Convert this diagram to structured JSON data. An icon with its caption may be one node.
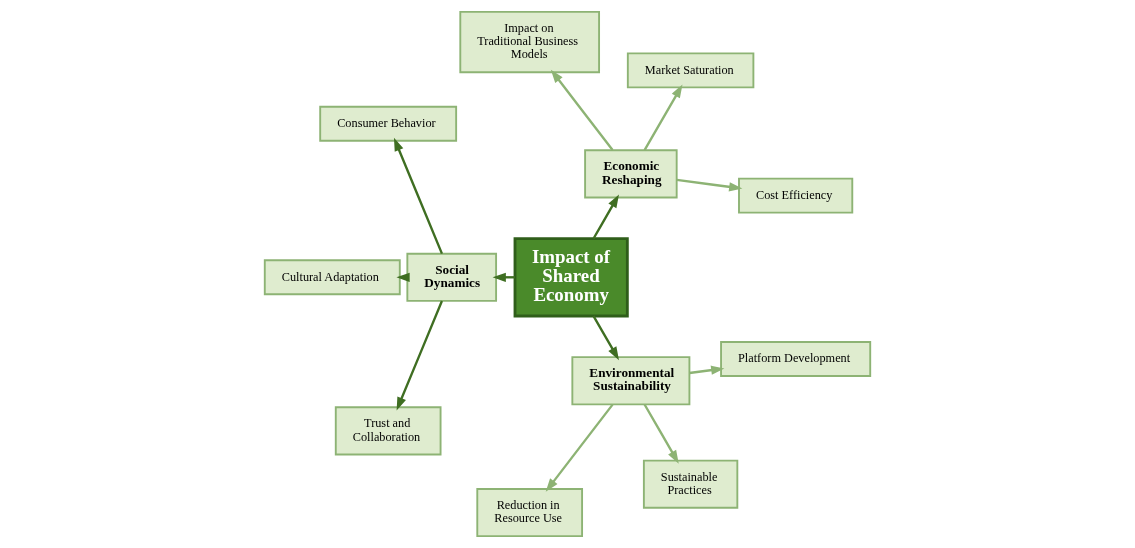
{
  "diagram": {
    "nodes": [
      {
        "text": [
          "Impact of Shared Economy"
        ]
      },
      {
        "text": [
          "Economic Reshaping"
        ]
      },
      {
        "text": [
          "Cost Efficiency"
        ]
      },
      {
        "text": [
          "Market Saturation"
        ]
      },
      {
        "text": [
          "Impact on Traditional Business Models"
        ]
      },
      {
        "text": [
          "Social Dynamics"
        ]
      },
      {
        "text": [
          "Consumer Behavior"
        ]
      },
      {
        "text": [
          "Cultural Adaptation"
        ]
      },
      {
        "text": [
          "Trust and Collaboration"
        ]
      },
      {
        "text": [
          "Environmental Sustainability"
        ]
      },
      {
        "text": [
          "Reduction in Resource Use"
        ]
      },
      {
        "text": [
          "Sustainable Practices"
        ]
      },
      {
        "text": [
          "Platform Development"
        ]
      }
    ],
    "edges": [
      {
        "from": 0,
        "to": 1,
        "arrow": "to"
      },
      {
        "from": 1,
        "to": 2,
        "arrow": "to",
        "color": "#8db374"
      },
      {
        "from": 1,
        "to": 3,
        "arrow": "to",
        "color": "#8db374"
      },
      {
        "from": 1,
        "to": 4,
        "arrow": "to",
        "color": "#8db374"
      },
      {
        "from": 0,
        "to": 5,
        "arrow": "to"
      },
      {
        "from": 5,
        "to": 6,
        "arrow": "to"
      },
      {
        "from": 5,
        "to": 7,
        "arrow": "to"
      },
      {
        "from": 5,
        "to": 8,
        "arrow": "to"
      },
      {
        "from": 0,
        "to": 9,
        "arrow": "to"
      },
      {
        "from": 9,
        "to": 10,
        "arrow": "to",
        "color": "#8db374"
      },
      {
        "from": 9,
        "to": 11,
        "arrow": "to",
        "color": "#8db374"
      },
      {
        "from": 9,
        "to": 12,
        "arrow": "to",
        "color": "#8db374"
      }
    ]
  }
}
